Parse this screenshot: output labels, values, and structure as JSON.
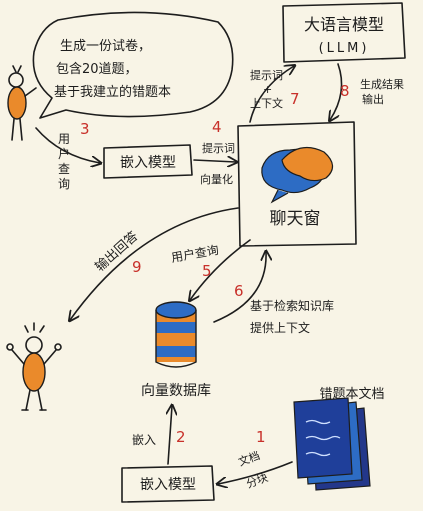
{
  "speech_bubble": {
    "line1": "生成一份试卷，",
    "line2": "包含20道题，",
    "line3": "基于我建立的错题本"
  },
  "llm_box": {
    "line1": "大语言模型",
    "line2": "(LLM)"
  },
  "chat_window": {
    "label": "聊天窗"
  },
  "embed_model_top": {
    "label": "嵌入模型"
  },
  "embed_model_bottom": {
    "label": "嵌入模型"
  },
  "vector_db": {
    "label": "向量数据库"
  },
  "doc_stack": {
    "label": "错题本文档"
  },
  "edge_labels": {
    "user_query_vertical": [
      "用",
      "户",
      "查",
      "询"
    ],
    "vectorize_line1": "提示词",
    "vectorize_line2": "向量化",
    "prompt_context_line1": "提示词",
    "prompt_context_line2": "+",
    "prompt_context_line3": "上下文",
    "generate_result_line1": "生成结果",
    "generate_result_line2": "输出",
    "output_answer": "输出回答",
    "user_query": "用户查询",
    "retrieval_line1": "基于检索知识库",
    "retrieval_line2": "提供上下文",
    "embed_in": "嵌入",
    "doc_chunk_line1": "文档",
    "doc_chunk_line2": "分块"
  },
  "step_numbers": {
    "s1": "1",
    "s2": "2",
    "s3": "3",
    "s4": "4",
    "s5": "5",
    "s6": "6",
    "s7": "7",
    "s8": "8",
    "s9": "9"
  },
  "colors": {
    "background": "#f8f4e6",
    "ink": "#1d1d1d",
    "step_red": "#c8302a",
    "orange": "#ea8a2b",
    "blue": "#2d6cc4",
    "navy": "#23378a"
  }
}
